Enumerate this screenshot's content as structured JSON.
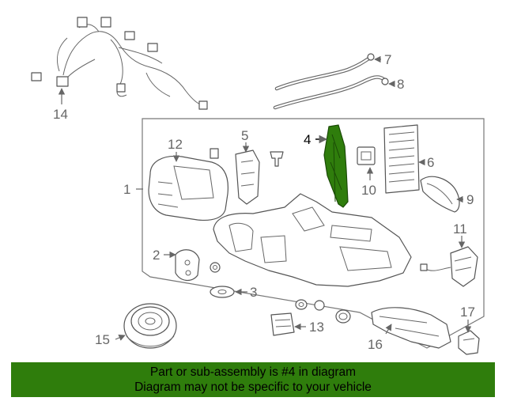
{
  "diagram": {
    "highlight_color": "#2f7d0c",
    "highlighted_callout": "4",
    "callouts": {
      "c1": "1",
      "c2": "2",
      "c3": "3",
      "c4": "4",
      "c5": "5",
      "c6": "6",
      "c7": "7",
      "c8": "8",
      "c9": "9",
      "c10": "10",
      "c11": "11",
      "c12": "12",
      "c13": "13",
      "c14": "14",
      "c15": "15",
      "c16": "16",
      "c17": "17"
    }
  },
  "banner": {
    "line1": "Part or sub-assembly is #4 in diagram",
    "line2": "Diagram may not be specific to your vehicle",
    "background": "#2f7d0c"
  }
}
